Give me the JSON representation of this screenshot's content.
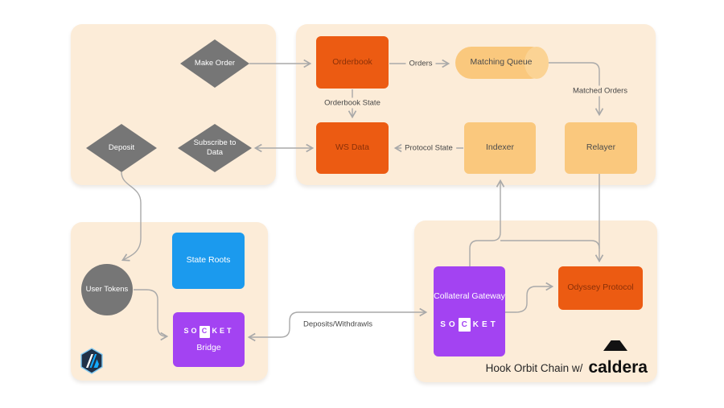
{
  "nodes": {
    "make_order": "Make Order",
    "deposit": "Deposit",
    "subscribe_to_data": "Subscribe to Data",
    "orderbook": "Orderbook",
    "matching_queue": "Matching Queue",
    "ws_data": "WS Data",
    "indexer": "Indexer",
    "relayer": "Relayer",
    "user_tokens": "User Tokens",
    "state_roots": "State Roots",
    "bridge": "Bridge",
    "collateral_gateway": "Collateral Gateway",
    "odyssey_protocol": "Odyssey Protocol"
  },
  "edge_labels": {
    "orders": "Orders",
    "matched_orders": "Matched Orders",
    "orderbook_state": "Orderbook State",
    "protocol_state": "Protocol State",
    "deposits_withdrawls": "Deposits/Withdrawls"
  },
  "socket_logo": {
    "prefix": "SO",
    "boxed": "C",
    "suffix": "KET"
  },
  "footer": {
    "label": "Hook Orbit Chain w/",
    "brand": "caldera"
  },
  "colors": {
    "panel_bg": "#fcecd8",
    "orange": "#ec5b12",
    "orange_text": "#8a3008",
    "light_orange": "#fac87d",
    "purple": "#a343f2",
    "blue": "#1b9aee",
    "gray_shape": "#767676",
    "line": "#a9a9a9"
  }
}
